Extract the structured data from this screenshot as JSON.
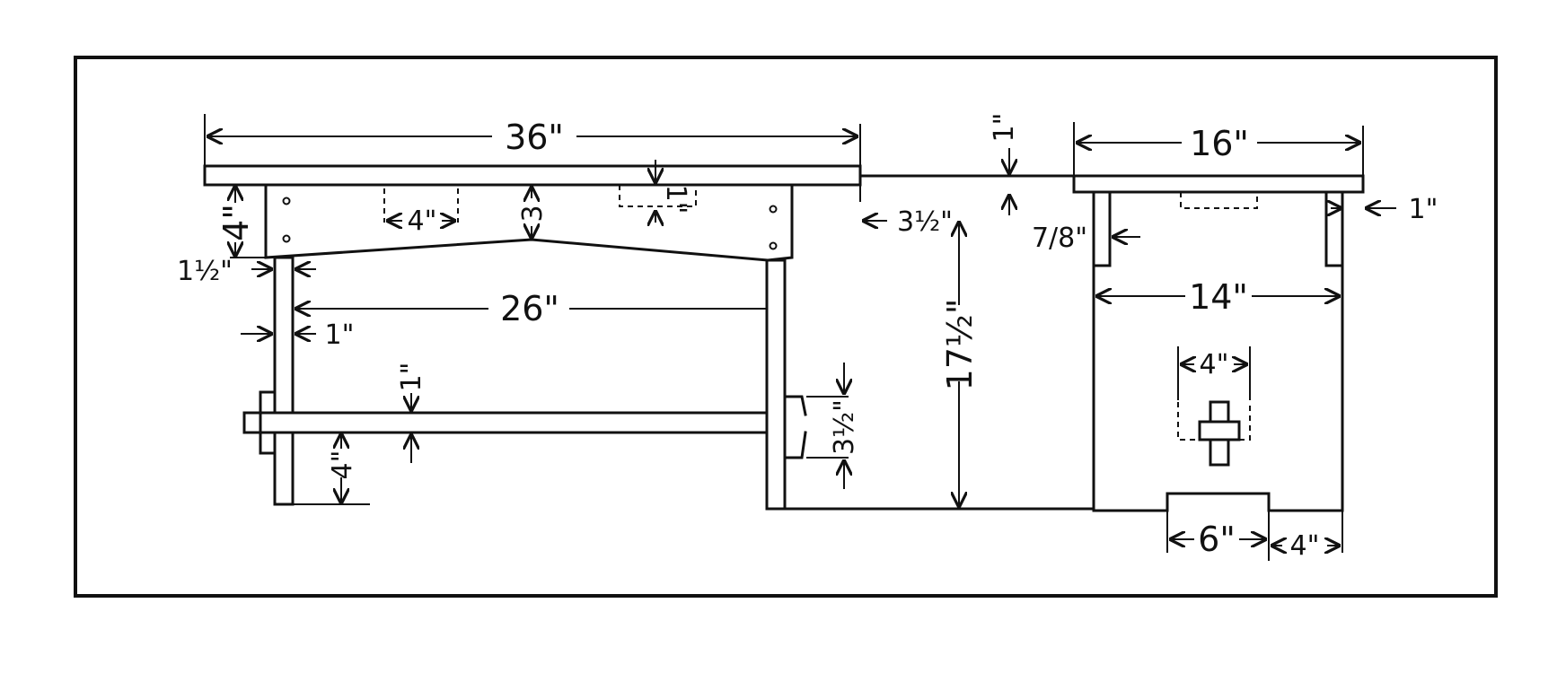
{
  "dimensions": {
    "top_length": "36\"",
    "end_top_length": "16\"",
    "top_thickness": "1\"",
    "apron_height": "4\"",
    "apron_slot_width": "4\"",
    "apron_center_height": "3",
    "cleat_thickness": "1\"",
    "leg_inset": "1½\"",
    "leg_spacing": "26\"",
    "leg_thickness": "1\"",
    "stretcher_thickness": "1\"",
    "stretcher_floor_height": "4\"",
    "tenon_height": "3½\"",
    "overhang": "3½\"",
    "bench_height": "17½\"",
    "end_cleat_thickness": "7/8\"",
    "end_edge": "1\"",
    "end_inner_width": "14\"",
    "end_tenon_width": "4\"",
    "cutout_width": "6\"",
    "foot_width": "4\""
  }
}
